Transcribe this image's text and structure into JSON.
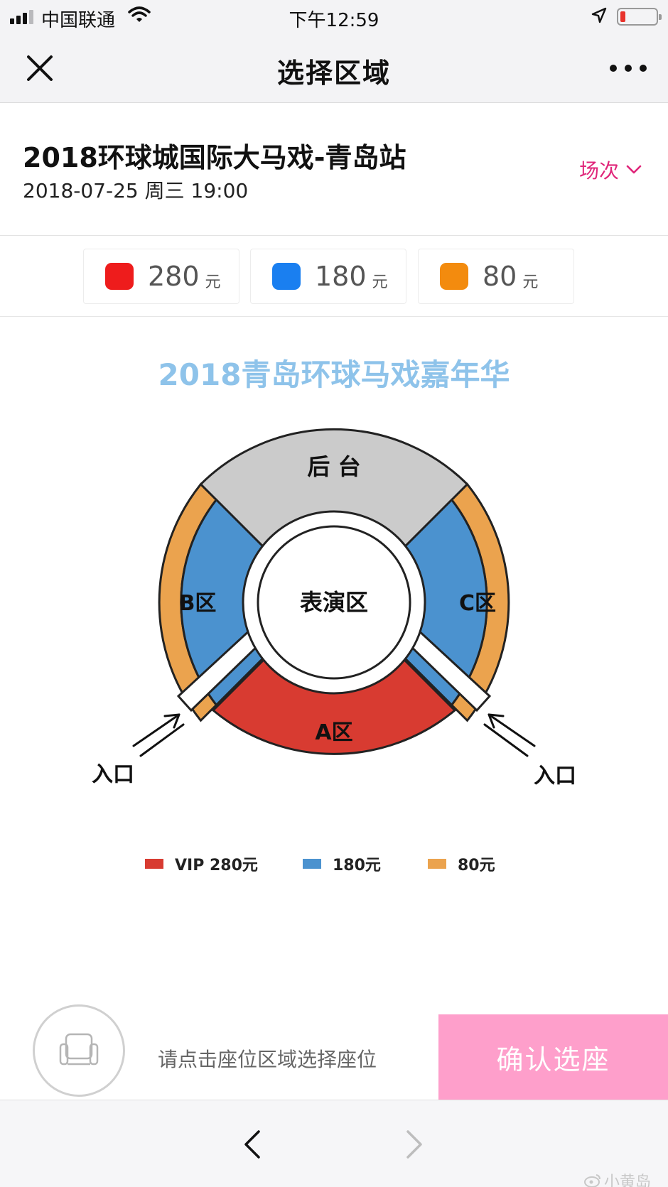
{
  "status_bar": {
    "carrier": "中国联通",
    "time": "下午12:59"
  },
  "nav": {
    "title": "选择区域"
  },
  "event": {
    "title": "2018环球城国际大马戏-青岛站",
    "datetime": "2018-07-25 周三 19:00",
    "session_label": "场次"
  },
  "price_chips": [
    {
      "amount": "280",
      "unit": "元",
      "color": "#ee1c1c"
    },
    {
      "amount": "180",
      "unit": "元",
      "color": "#1a7ff0"
    },
    {
      "amount": "80",
      "unit": "元",
      "color": "#f38b0e"
    }
  ],
  "seat_map": {
    "title": "2018青岛环球马戏嘉年华",
    "backstage": "后 台",
    "stage": "表演区",
    "zone_a": "A区",
    "zone_b": "B区",
    "zone_c": "C区",
    "entrance_left": "入口",
    "entrance_right": "入口",
    "colors": {
      "vip": "#d83b31",
      "mid": "#4b92cf",
      "outer": "#eba34e",
      "backstage": "#cbcbcb"
    },
    "legend": [
      {
        "label": "VIP 280元",
        "color": "#d83b31"
      },
      {
        "label": "180元",
        "color": "#4b92cf"
      },
      {
        "label": "80元",
        "color": "#eba34e"
      }
    ]
  },
  "bottom": {
    "hint": "请点击座位区域选择座位",
    "confirm_label": "确认选座"
  },
  "watermark": "小黄岛"
}
